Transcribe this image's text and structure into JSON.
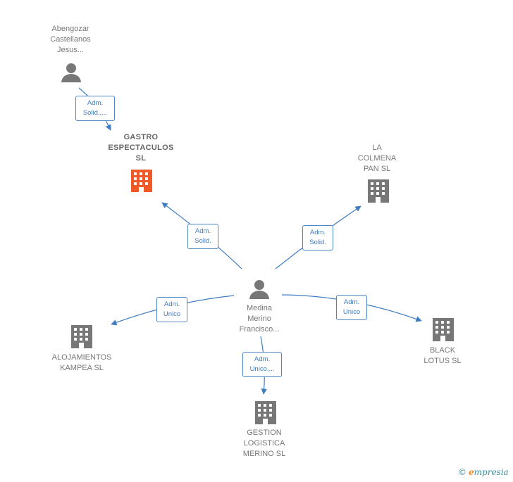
{
  "nodes": {
    "abengozar": {
      "label": "Abengozar\nCastellanos\nJesus..."
    },
    "gastro": {
      "label": "GASTRO\nESPECTACULOS\nSL"
    },
    "colmena": {
      "label": "LA\nCOLMENA\nPAN  SL"
    },
    "medina": {
      "label": "Medina\nMerino\nFrancisco..."
    },
    "alojamientos": {
      "label": "ALOJAMIENTOS\nKAMPEA  SL"
    },
    "black": {
      "label": "BLACK\nLOTUS  SL"
    },
    "gestion": {
      "label": "GESTION\nLOGISTICA\nMERINO  SL"
    }
  },
  "edges": {
    "abengozar_gastro": "Adm.\nSolid.,...",
    "medina_gastro": "Adm.\nSolid.",
    "medina_colmena": "Adm.\nSolid.",
    "medina_alojamientos": "Adm.\nUnico",
    "medina_black": "Adm.\nUnico",
    "medina_gestion": "Adm.\nUnico,..."
  },
  "colors": {
    "edge": "#3f7cc0",
    "highlight_company": "#f05a28",
    "company": "#777777",
    "person": "#777777"
  },
  "footer": {
    "copyright": "©",
    "brand_first": "e",
    "brand_rest": "mpresia"
  }
}
